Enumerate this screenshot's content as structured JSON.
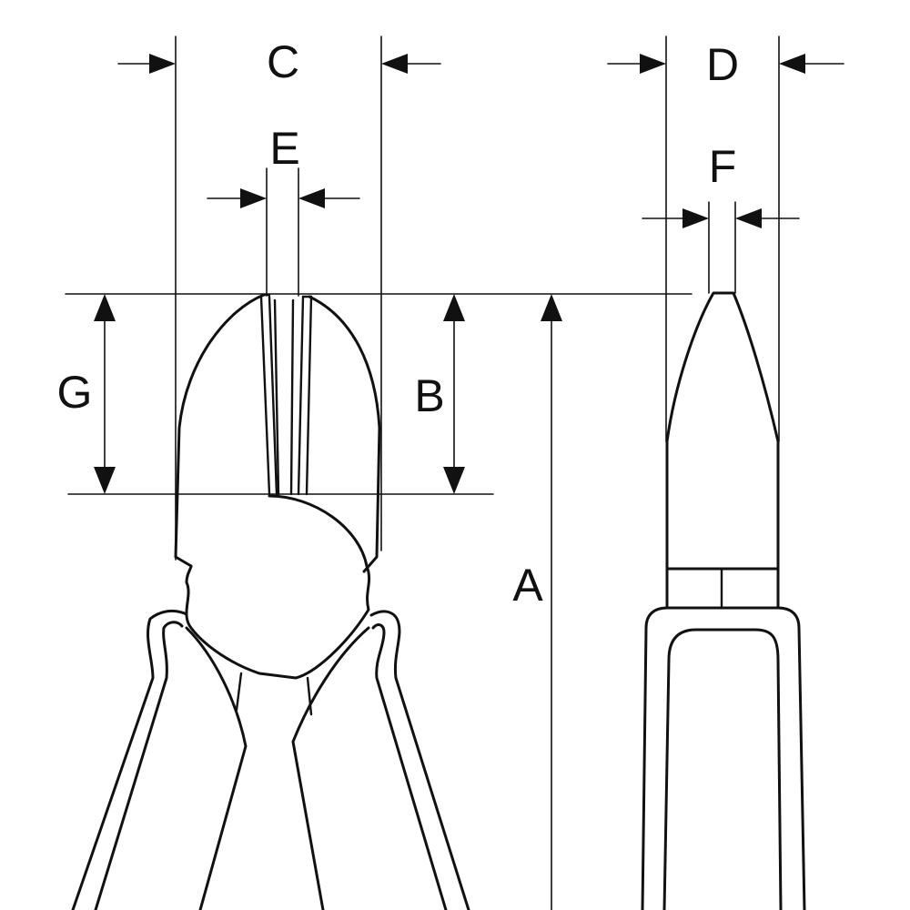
{
  "diagram": {
    "labels": {
      "c": "C",
      "d": "D",
      "e": "E",
      "f": "F",
      "g": "G",
      "b": "B",
      "a": "A"
    },
    "colors": {
      "line": "#111111",
      "background": "#ffffff"
    }
  }
}
